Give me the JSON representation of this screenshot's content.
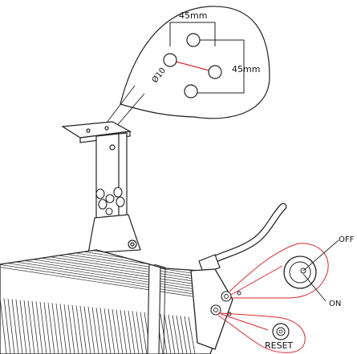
{
  "labels": {
    "dim_horizontal": "45mm",
    "dim_vertical": "45mm",
    "hole_diameter": "Ø10",
    "switch_off": "OFF",
    "switch_on": "ON",
    "reset": "RESET"
  },
  "colors": {
    "line": "#222222",
    "accent": "#d6292e"
  }
}
